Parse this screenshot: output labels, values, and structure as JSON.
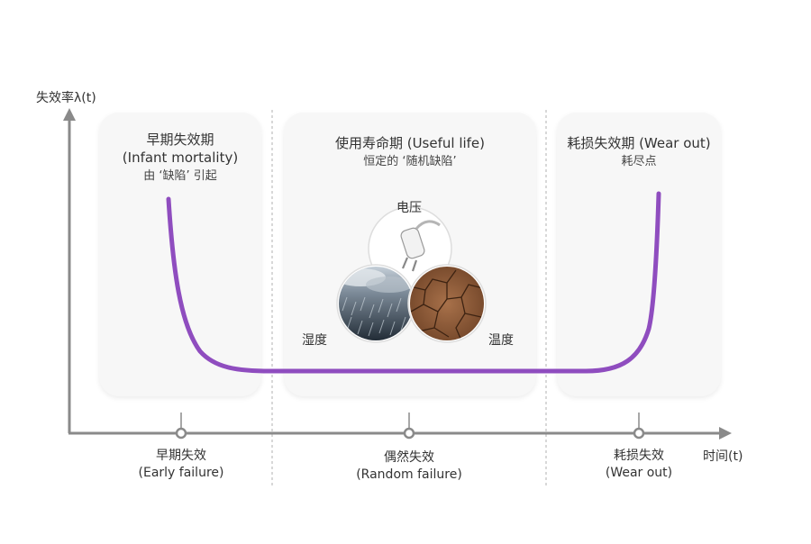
{
  "y_axis_label": "失效率λ(t)",
  "x_axis_label": "时间(t)",
  "phases": [
    {
      "title": "早期失效期",
      "subtitle": "(Infant mortality)",
      "cause": "由 ‘缺陷’ 引起",
      "axis_label": "早期失效",
      "axis_label_en": "(Early failure)"
    },
    {
      "title": "使用寿命期 (Useful life)",
      "subtitle": "",
      "cause": "恒定的 ‘随机缺陷’",
      "axis_label": "偶然失效",
      "axis_label_en": "(Random failure)"
    },
    {
      "title": "耗损失效期 (Wear out)",
      "subtitle": "",
      "cause": "耗尽点",
      "axis_label": "耗损失效",
      "axis_label_en": "(Wear out)"
    }
  ],
  "factors": {
    "voltage": "电压",
    "humidity": "湿度",
    "temperature": "温度"
  },
  "colors": {
    "curve": "#8f4dbf",
    "axis": "#8a8a8a",
    "panel": "#f7f7f7",
    "divider": "#b0b0b0"
  }
}
